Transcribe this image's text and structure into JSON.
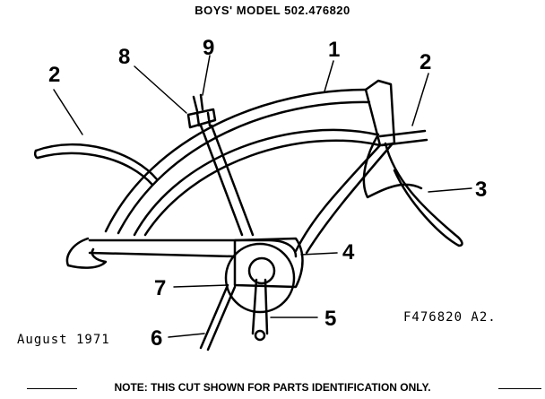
{
  "header": {
    "title": "BOYS' MODEL 502.476820"
  },
  "diagram": {
    "part_numbers": [
      "1",
      "2",
      "2",
      "3",
      "4",
      "5",
      "6",
      "7",
      "8",
      "9"
    ]
  },
  "figure_id": "F476820 A2.",
  "date": "August 1971",
  "footer": {
    "note": "NOTE: THIS CUT SHOWN FOR PARTS IDENTIFICATION ONLY."
  },
  "colors": {
    "ink": "#000000",
    "paper": "#ffffff"
  }
}
